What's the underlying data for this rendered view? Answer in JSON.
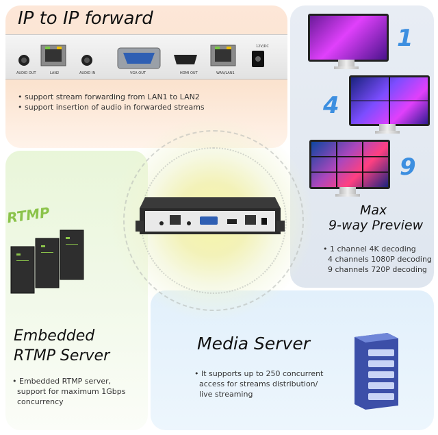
{
  "top": {
    "title": "IP to IP forward",
    "ports": [
      "AUDIO OUT",
      "LAN2",
      "AUDIO IN",
      "VGA OUT",
      "HDMI OUT",
      "WAN/LAN1",
      "12V/DC"
    ],
    "bullets": [
      "support stream forwarding from LAN1 to LAN2",
      "support insertion of audio in forwarded streams"
    ]
  },
  "preview": {
    "title_line1": "Max",
    "title_line2": "9-way Preview",
    "monitor_numbers": [
      "1",
      "4",
      "9"
    ],
    "bullets": [
      "1 channel 4K decoding",
      "4 channels 1080P decoding",
      "9 channels 720P decoding"
    ]
  },
  "rtmp": {
    "badge": "RTMP",
    "title_line1": "Embedded",
    "title_line2": "RTMP Server",
    "bullets": [
      "Embedded RTMP server,",
      "support for maximum 1Gbps",
      "concurrency"
    ]
  },
  "media": {
    "title": "Media Server",
    "bullets": [
      "It supports up to 250 concurrent",
      "access for streams distribution/",
      "live streaming"
    ]
  },
  "colors": {
    "top_bg": "#fbe3cf",
    "right_bg": "#dfe6ef",
    "left_bg": "#e9f6d9",
    "bottom_bg": "#e2f0fb",
    "number_blue": "#3d8fe0",
    "rtmp_green": "#8bc34a"
  }
}
